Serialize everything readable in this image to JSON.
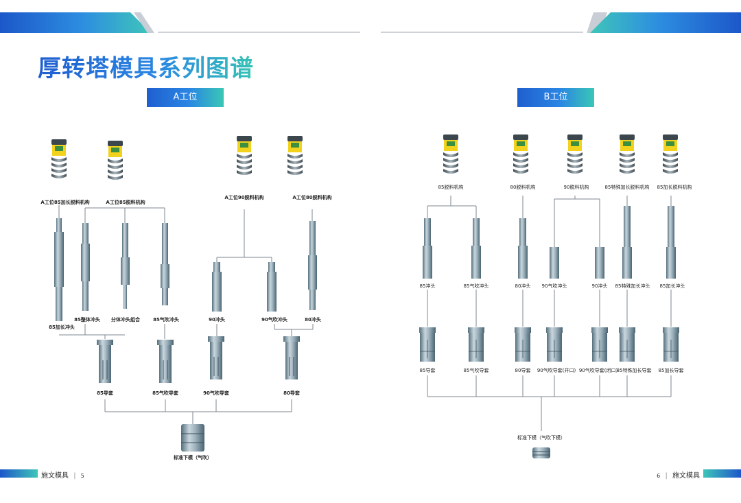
{
  "page_title": "厚转塔模具系列图谱",
  "station_a": "A工位",
  "station_b": "B工位",
  "a_labels": {
    "stripper_85_long": "A工位85加长脱料机构",
    "stripper_85": "A工位85脱料机构",
    "stripper_90": "A工位90脱料机构",
    "stripper_80": "A工位80脱料机构",
    "punch_85_long": "85加长冲头",
    "punch_85_whole": "85整体冲头",
    "split_punch": "分体冲头组合",
    "punch_85_air": "85气吹冲头",
    "punch_90": "90冲头",
    "punch_90_air": "90气吹冲头",
    "punch_80": "80冲头",
    "guide_85": "85导套",
    "guide_85_air": "85气吹导套",
    "guide_90_air": "90气吹导套",
    "guide_80": "80导套",
    "die": "标准下模（气吹）"
  },
  "b_labels": {
    "stripper_85": "85脱料机构",
    "stripper_80": "80脱料机构",
    "stripper_90": "90脱料机构",
    "stripper_85_special": "85特殊加长脱料机构",
    "stripper_85_long": "85加长脱料机构",
    "punch_85": "85冲头",
    "punch_85_air": "85气吹冲头",
    "punch_80": "80冲头",
    "punch_90_air": "90气吹冲头",
    "punch_90": "90冲头",
    "punch_85_special": "85特殊加长冲头",
    "punch_85_long": "85加长冲头",
    "guide_85": "85导套",
    "guide_85_air": "85气吹导套",
    "guide_80": "80导套",
    "guide_90_air_open": "90气吹导套(开口)",
    "guide_90_air_closed": "90气吹导套(闭口)",
    "guide_85_special": "85特殊加长导套",
    "guide_85_long": "85加长导套",
    "die": "标准下模（气吹下模）"
  },
  "footer": {
    "left_brand": "施文模具",
    "left_page": "5",
    "right_page": "6",
    "right_brand": "施文模具"
  },
  "colors": {
    "accent_blue": "#1f5fd0",
    "accent_teal": "#3ac7b5",
    "tool_steel": "#8fa3ae"
  }
}
